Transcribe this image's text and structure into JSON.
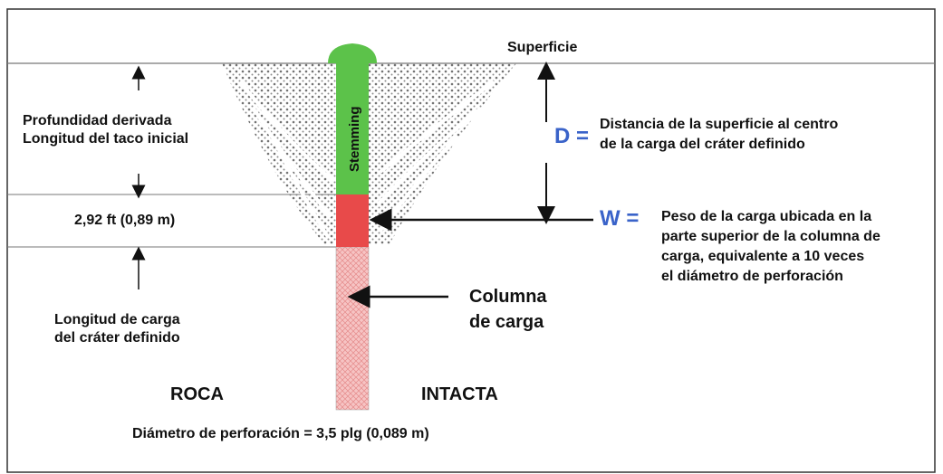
{
  "diagram": {
    "surface_label": "Superficie",
    "stemming_label": "Stemming",
    "left_top_line1": "Profundidad derivada",
    "left_top_line2": "Longitud del taco inicial",
    "left_measure": "2,92 ft (0,89 m)",
    "left_bottom_line1": "Longitud de carga",
    "left_bottom_line2": "del cráter definido",
    "d_symbol": "D =",
    "d_line1": "Distancia de la superficie al centro",
    "d_line2": "de la carga del cráter definido",
    "w_symbol": "W =",
    "w_line1": "Peso de la carga ubicada en la",
    "w_line2": "parte superior de la columna de",
    "w_line3": "carga, equivalente a 10 veces",
    "w_line4": "el diámetro de perforación",
    "column_line1": "Columna",
    "column_line2": "de carga",
    "rock_left": "ROCA",
    "rock_right": "INTACTA",
    "diameter_text": "Diámetro de perforación = 3,5 plg (0,089 m)"
  },
  "colors": {
    "stemming": "#5cc24a",
    "charge_top": "#e84a4a",
    "charge_column": "#f3b3b3",
    "symbol_blue": "#3a63c9",
    "crater_dots": "#555555"
  },
  "icons": [
    "arrow-up-icon",
    "arrow-down-icon",
    "arrow-left-icon"
  ]
}
